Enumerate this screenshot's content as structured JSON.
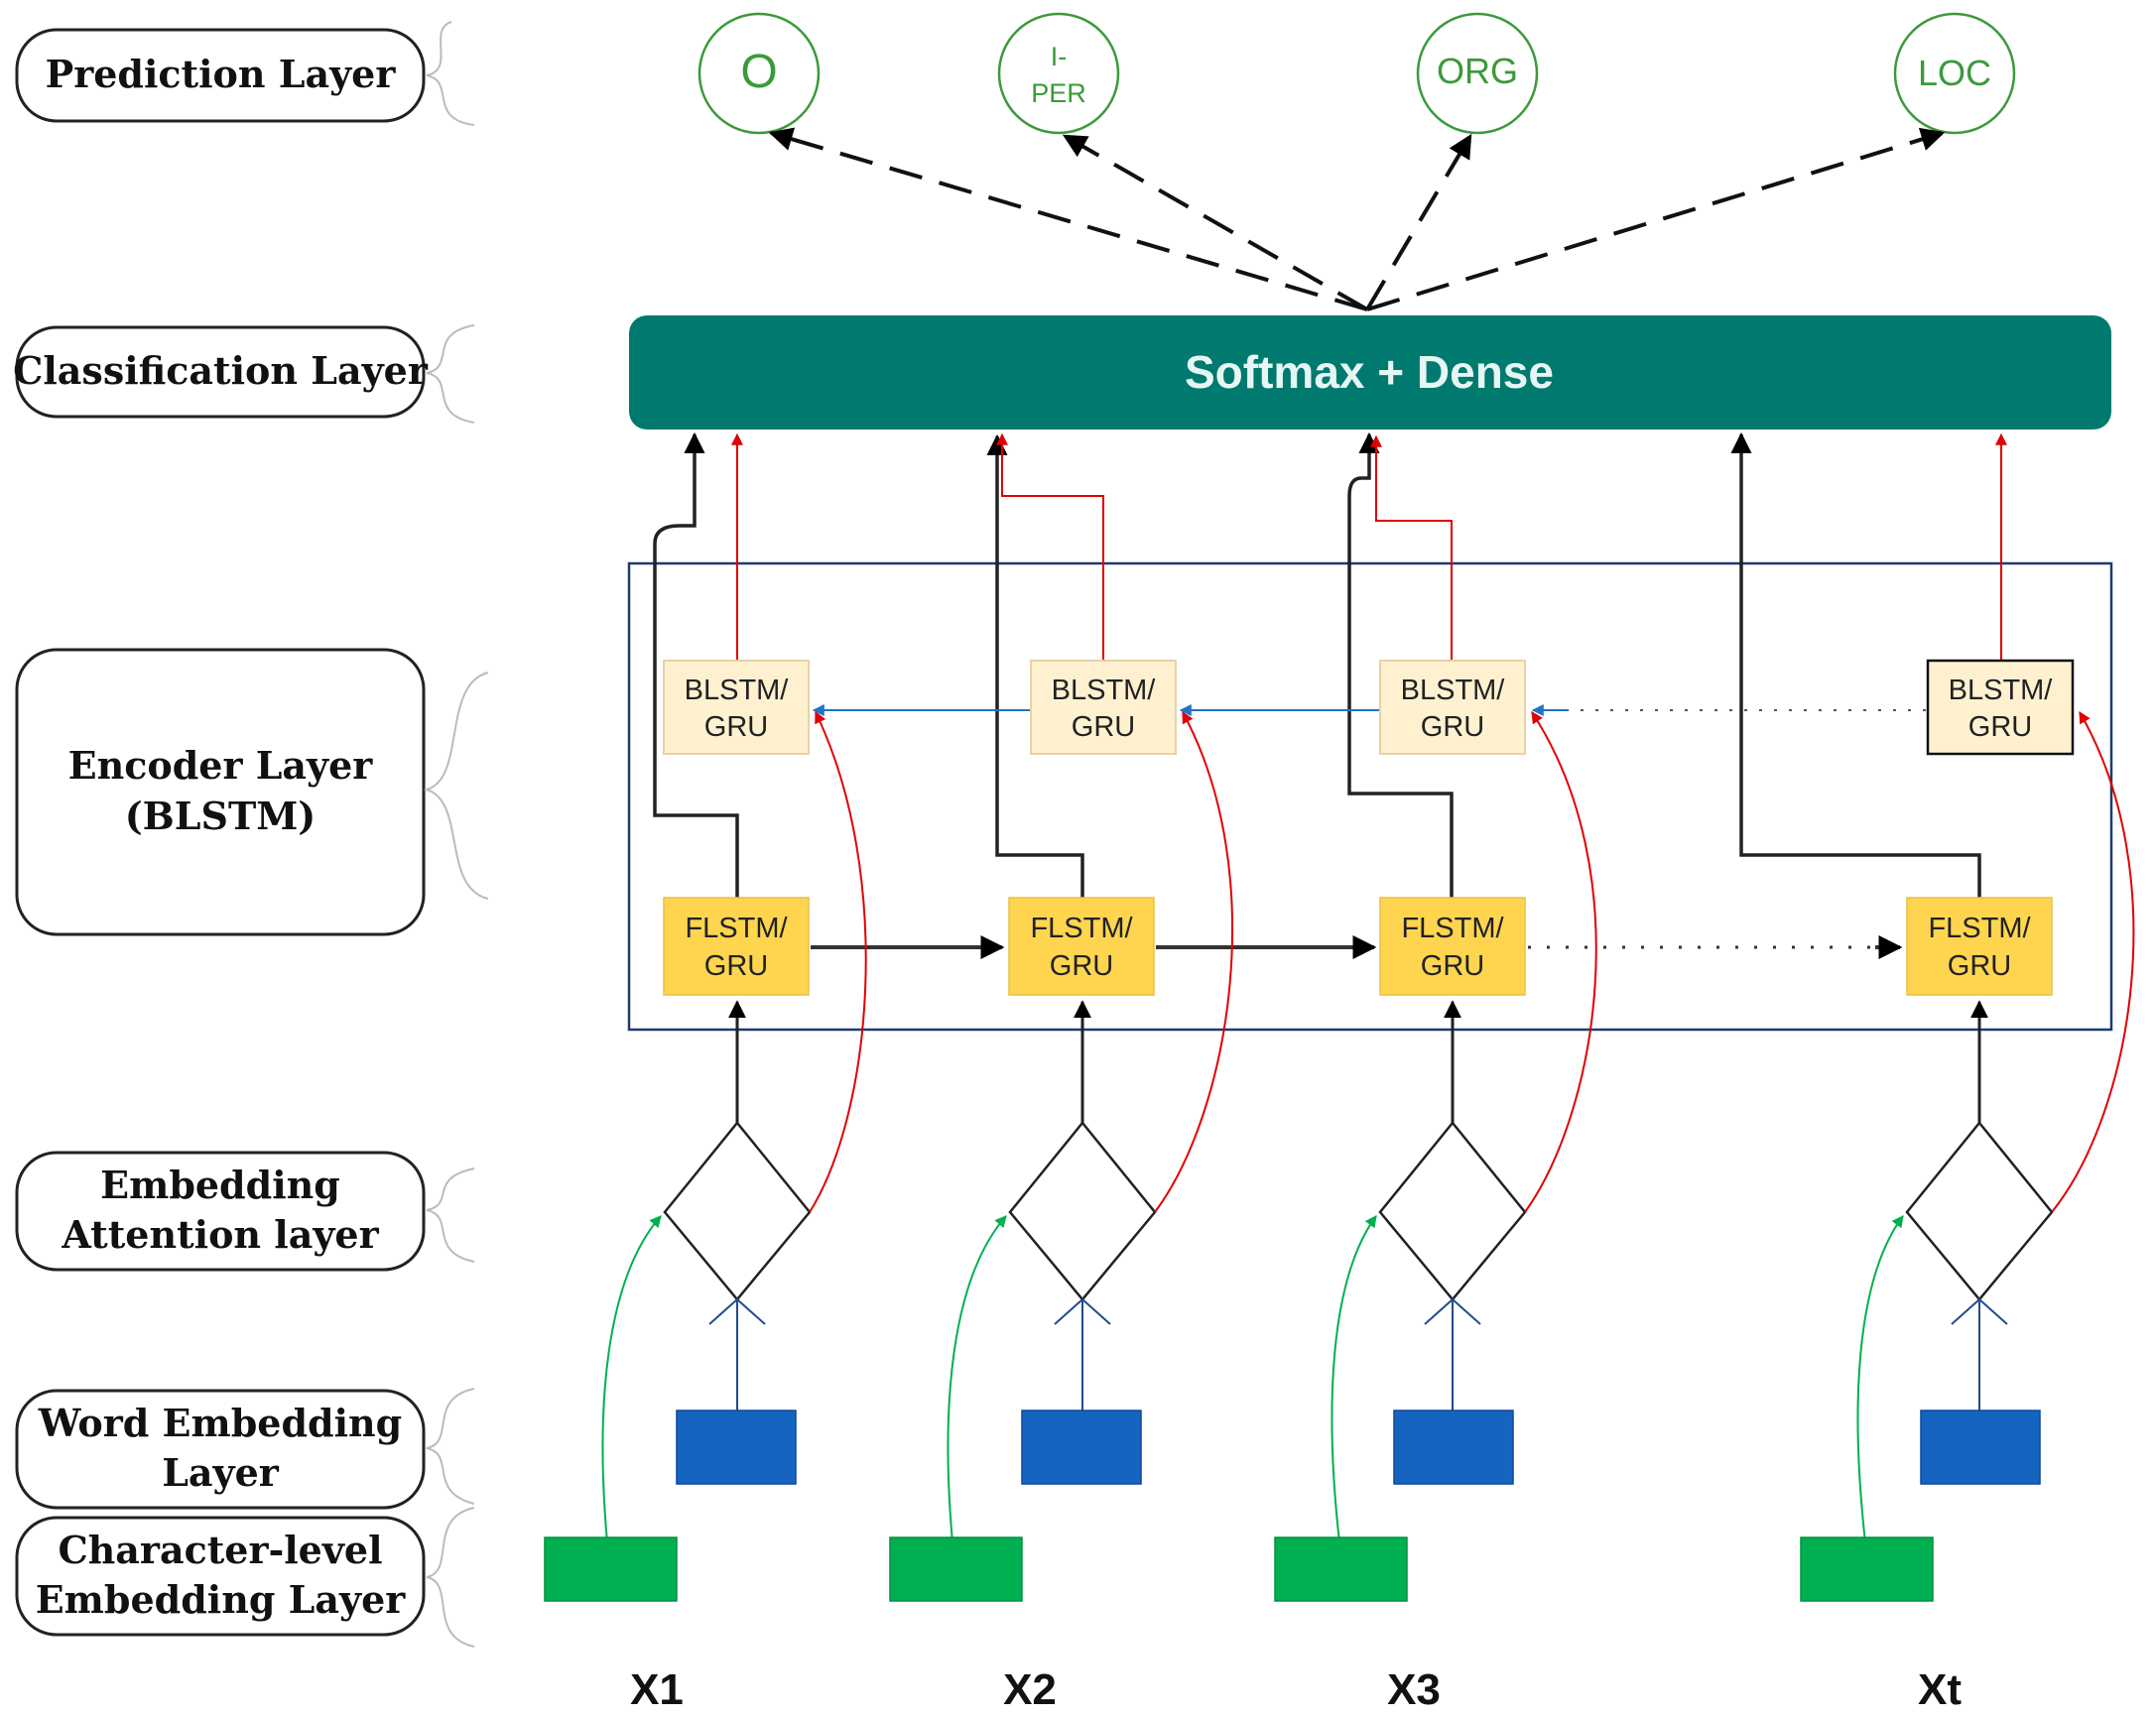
{
  "layers": [
    {
      "id": "prediction",
      "lines": [
        "Prediction Layer"
      ]
    },
    {
      "id": "classification",
      "lines": [
        "Classification Layer"
      ]
    },
    {
      "id": "encoder",
      "lines": [
        "Encoder Layer",
        "(BLSTM)"
      ]
    },
    {
      "id": "attention",
      "lines": [
        "Embedding",
        "Attention layer"
      ]
    },
    {
      "id": "word",
      "lines": [
        "Word Embedding",
        "Layer"
      ]
    },
    {
      "id": "char",
      "lines": [
        "Character-level",
        "Embedding Layer"
      ]
    }
  ],
  "predictions": [
    {
      "lines": [
        "O"
      ]
    },
    {
      "lines": [
        "I-",
        "PER"
      ]
    },
    {
      "lines": [
        "ORG"
      ]
    },
    {
      "lines": [
        "LOC"
      ]
    }
  ],
  "classifier_label": "Softmax + Dense",
  "blstm_cells": [
    {
      "lines": [
        "BLSTM/",
        "GRU"
      ]
    },
    {
      "lines": [
        "BLSTM/",
        "GRU"
      ]
    },
    {
      "lines": [
        "BLSTM/",
        "GRU"
      ]
    },
    {
      "lines": [
        "BLSTM/",
        "GRU"
      ]
    }
  ],
  "flstm_cells": [
    {
      "lines": [
        "FLSTM/",
        "GRU"
      ]
    },
    {
      "lines": [
        "FLSTM/",
        "GRU"
      ]
    },
    {
      "lines": [
        "FLSTM/",
        "GRU"
      ]
    },
    {
      "lines": [
        "FLSTM/",
        "GRU"
      ]
    }
  ],
  "inputs": [
    "X1",
    "X2",
    "X3",
    "Xt"
  ],
  "colors": {
    "classifier": "#00796e",
    "flstm": "#ffd54f",
    "blstm": "#fff1d0",
    "word_embedding": "#1565c0",
    "char_embedding": "#00b050",
    "prediction": "#3a9a3a",
    "backward_arrow": "#1e73c8",
    "attention_arrow": "#e00000",
    "char_arrow": "#00b050",
    "encoder_frame": "#1f3c6e"
  }
}
